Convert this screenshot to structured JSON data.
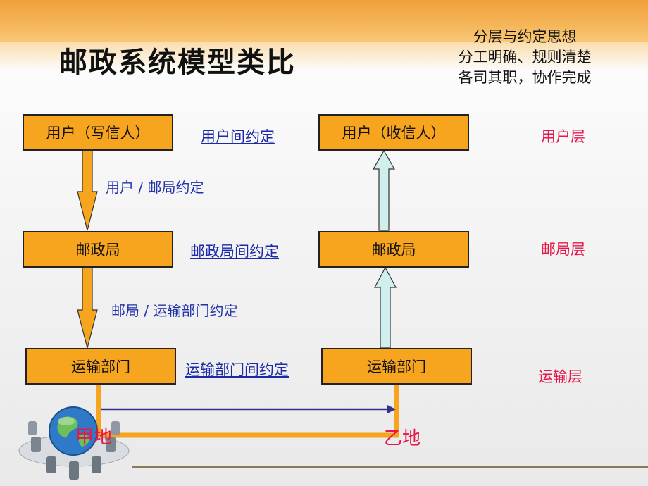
{
  "title": "邮政系统模型类比",
  "note": [
    "分层与约定思想",
    "分工明确、规则清楚",
    "各司其职，协作完成"
  ],
  "left": {
    "user": "用户（写信人）",
    "post": "邮政局",
    "transport": "运输部门"
  },
  "right": {
    "user": "用户（收信人）",
    "post": "邮政局",
    "transport": "运输部门"
  },
  "peer": {
    "user": "用户间约定",
    "post": "邮政局间约定",
    "transport": "运输部门间约定"
  },
  "vertical": {
    "user_post": "用户 / 邮局约定",
    "post_transport": "邮局 / 运输部门约定"
  },
  "layers": {
    "user": "用户层",
    "post": "邮局层",
    "transport": "运输层"
  },
  "places": {
    "from": "甲地",
    "to": "乙地"
  },
  "colors": {
    "box_fill": "#f7a41e",
    "banner": "#f0a13a",
    "link": "#1b2aa8",
    "layer_text": "#e6184a",
    "up_arrow": "#cfeeee",
    "route": "#f7a41e",
    "flow_arrow": "#33338f"
  }
}
